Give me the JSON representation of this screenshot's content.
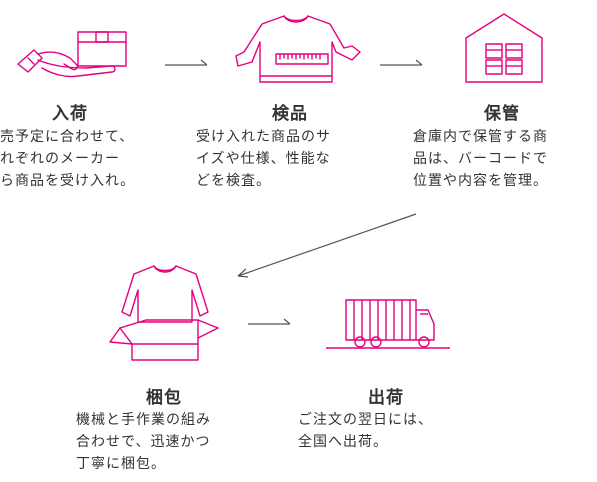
{
  "accent_color": "#e4007f",
  "steps": [
    {
      "title": "入荷",
      "icon": "handshake-box-icon",
      "lines": [
        "売予定に合わせて、",
        "れぞれのメーカー",
        "ら商品を受け入れ。"
      ]
    },
    {
      "title": "検品",
      "icon": "sweater-ruler-icon",
      "lines": [
        "受け入れた商品のサ",
        "イズや仕様、性能な",
        "どを検査。"
      ]
    },
    {
      "title": "保管",
      "icon": "warehouse-icon",
      "lines": [
        "倉庫内で保管する商",
        "品は、バーコードで",
        "位置や内容を管理。"
      ]
    },
    {
      "title": "梱包",
      "icon": "sweater-box-icon",
      "lines": [
        "機械と手作業の組み",
        "合わせで、迅速かつ",
        "丁寧に梱包。"
      ]
    },
    {
      "title": "出荷",
      "icon": "truck-icon",
      "lines": [
        "ご注文の翌日には、",
        "全国へ出荷。"
      ]
    }
  ]
}
